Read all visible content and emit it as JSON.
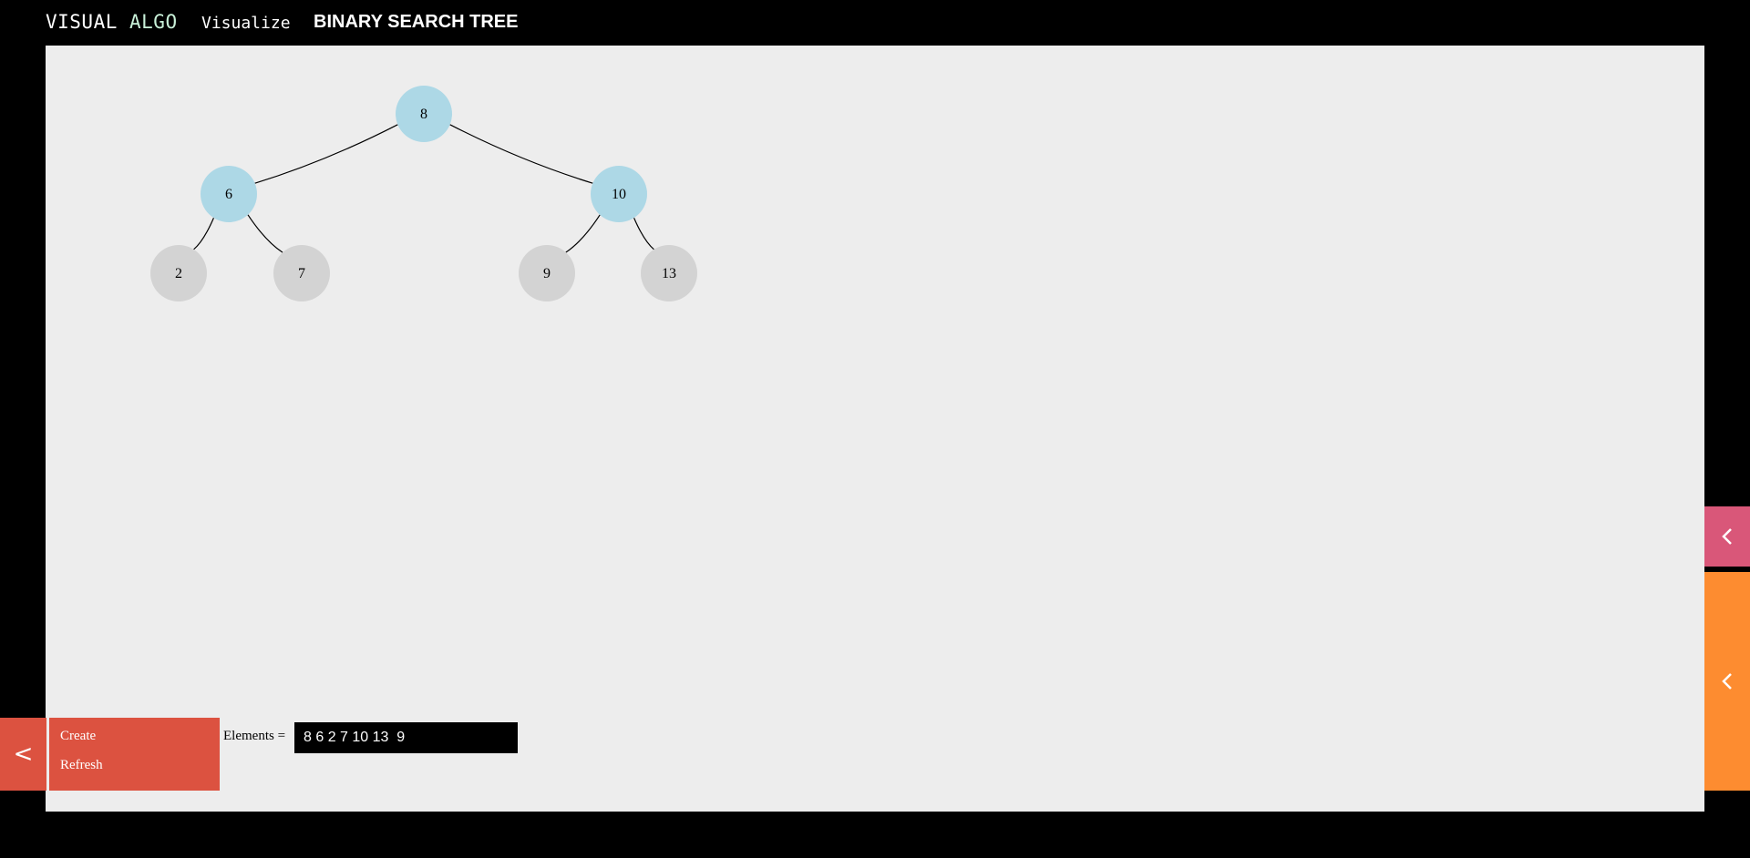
{
  "header": {
    "logo_part1": "VISUAL",
    "logo_part2": "ALGO",
    "nav_visualize": "Visualize",
    "page_title": "BINARY SEARCH TREE"
  },
  "tree": {
    "nodes": [
      {
        "id": "n8",
        "label": "8",
        "state": "highlighted"
      },
      {
        "id": "n6",
        "label": "6",
        "state": "highlighted"
      },
      {
        "id": "n10",
        "label": "10",
        "state": "highlighted"
      },
      {
        "id": "n2",
        "label": "2",
        "state": "normal"
      },
      {
        "id": "n7",
        "label": "7",
        "state": "normal"
      },
      {
        "id": "n9",
        "label": "9",
        "state": "normal"
      },
      {
        "id": "n13",
        "label": "13",
        "state": "normal"
      }
    ],
    "edges": [
      [
        "n8",
        "n6"
      ],
      [
        "n8",
        "n10"
      ],
      [
        "n6",
        "n2"
      ],
      [
        "n6",
        "n7"
      ],
      [
        "n10",
        "n9"
      ],
      [
        "n10",
        "n13"
      ]
    ],
    "colors": {
      "highlighted": "#add8e6",
      "normal": "#d3d3d3",
      "edge": "#000000",
      "canvas_bg": "#ededed"
    }
  },
  "actions": {
    "toggle_icon": "<",
    "create_label": "Create",
    "refresh_label": "Refresh",
    "elements_label": "Elements =",
    "elements_value": "8 6 2 7 10 13  9",
    "panel_color": "#dc5240"
  },
  "side_tabs": {
    "pink_icon": "chevron-left-icon",
    "orange_icon": "chevron-left-icon",
    "pink_color": "#d95779",
    "orange_color": "#fd8c30"
  }
}
